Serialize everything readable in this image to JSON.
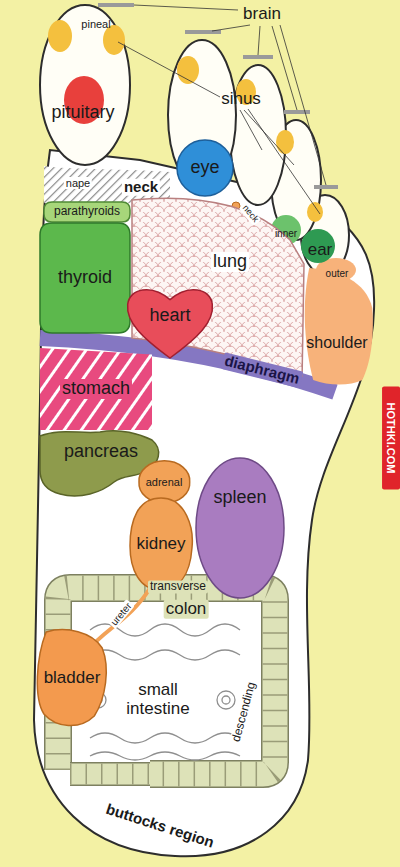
{
  "diagram": {
    "nodes": [
      {
        "text": [
          "eye"
        ]
      },
      {
        "text": [
          "parathyroids"
        ]
      },
      {
        "text": [
          "thyroid"
        ]
      },
      {
        "text": [
          "lung"
        ]
      },
      {
        "text": [
          "heart"
        ]
      },
      {
        "text": [
          "shoulder"
        ]
      },
      {
        "text": [
          "stomach"
        ]
      },
      {
        "text": [
          "pancreas"
        ]
      },
      {
        "text": [
          "adrenal"
        ]
      },
      {
        "text": [
          "kidney"
        ]
      },
      {
        "text": [
          "spleen"
        ]
      },
      {
        "text": [
          "bladder"
        ]
      }
    ],
    "labels": [
      "brain",
      "pineal",
      "sinus",
      "pituitary",
      "nape",
      "neck",
      "neck",
      "inner",
      "ear",
      "outer",
      "diaphragm",
      "ureter",
      "transverse",
      "colon",
      "small intestine",
      "descending",
      "buttocks region",
      "HOTHKI.COM"
    ]
  }
}
